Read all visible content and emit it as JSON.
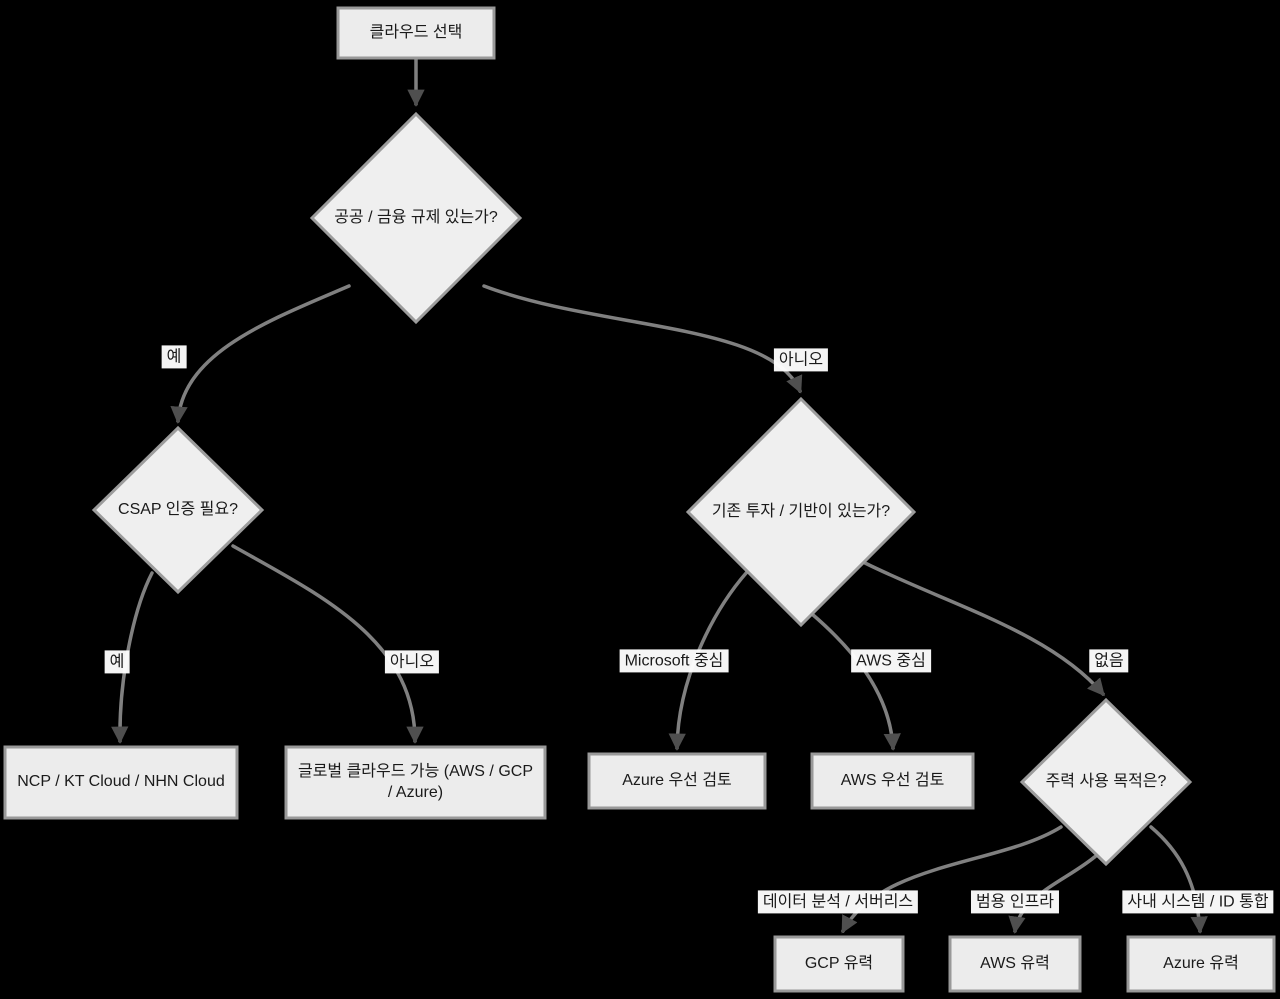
{
  "diagram": {
    "type": "flowchart-decision-tree",
    "colors": {
      "background": "#000000",
      "node_fill": "#ececec",
      "node_border": "#999999",
      "edge": "#808080",
      "arrowhead": "#4f4f4f",
      "text": "#1a1a1a",
      "edge_label_bg": "#ffffff"
    }
  },
  "nodes": [
    {
      "id": "start",
      "type": "rect",
      "label": "클라우드 선택"
    },
    {
      "id": "q-regulation",
      "type": "diamond",
      "label": "공공 / 금융 규제 있는가?"
    },
    {
      "id": "q-csap",
      "type": "diamond",
      "label": "CSAP 인증 필요?"
    },
    {
      "id": "korean-clouds",
      "type": "rect",
      "label": "NCP / KT Cloud / NHN Cloud"
    },
    {
      "id": "global-clouds",
      "type": "rect",
      "label": "글로벌 클라우드 가능 (AWS / GCP / Azure)"
    },
    {
      "id": "q-existing",
      "type": "diamond",
      "label": "기존 투자 / 기반이 있는가?"
    },
    {
      "id": "azure-first",
      "type": "rect",
      "label": "Azure 우선 검토"
    },
    {
      "id": "aws-first",
      "type": "rect",
      "label": "AWS 우선 검토"
    },
    {
      "id": "q-purpose",
      "type": "diamond",
      "label": "주력 사용 목적은?"
    },
    {
      "id": "gcp-likely",
      "type": "rect",
      "label": "GCP 유력"
    },
    {
      "id": "aws-likely",
      "type": "rect",
      "label": "AWS 유력"
    },
    {
      "id": "azure-likely",
      "type": "rect",
      "label": "Azure 유력"
    }
  ],
  "edges": [
    {
      "from": "start",
      "to": "q-regulation",
      "label": ""
    },
    {
      "from": "q-regulation",
      "to": "q-csap",
      "label": "예"
    },
    {
      "from": "q-regulation",
      "to": "q-existing",
      "label": "아니오"
    },
    {
      "from": "q-csap",
      "to": "korean-clouds",
      "label": "예"
    },
    {
      "from": "q-csap",
      "to": "global-clouds",
      "label": "아니오"
    },
    {
      "from": "q-existing",
      "to": "azure-first",
      "label": "Microsoft 중심"
    },
    {
      "from": "q-existing",
      "to": "aws-first",
      "label": "AWS 중심"
    },
    {
      "from": "q-existing",
      "to": "q-purpose",
      "label": "없음"
    },
    {
      "from": "q-purpose",
      "to": "gcp-likely",
      "label": "데이터 분석 / 서버리스"
    },
    {
      "from": "q-purpose",
      "to": "aws-likely",
      "label": "범용 인프라"
    },
    {
      "from": "q-purpose",
      "to": "azure-likely",
      "label": "사내 시스템 / ID 통합"
    }
  ]
}
